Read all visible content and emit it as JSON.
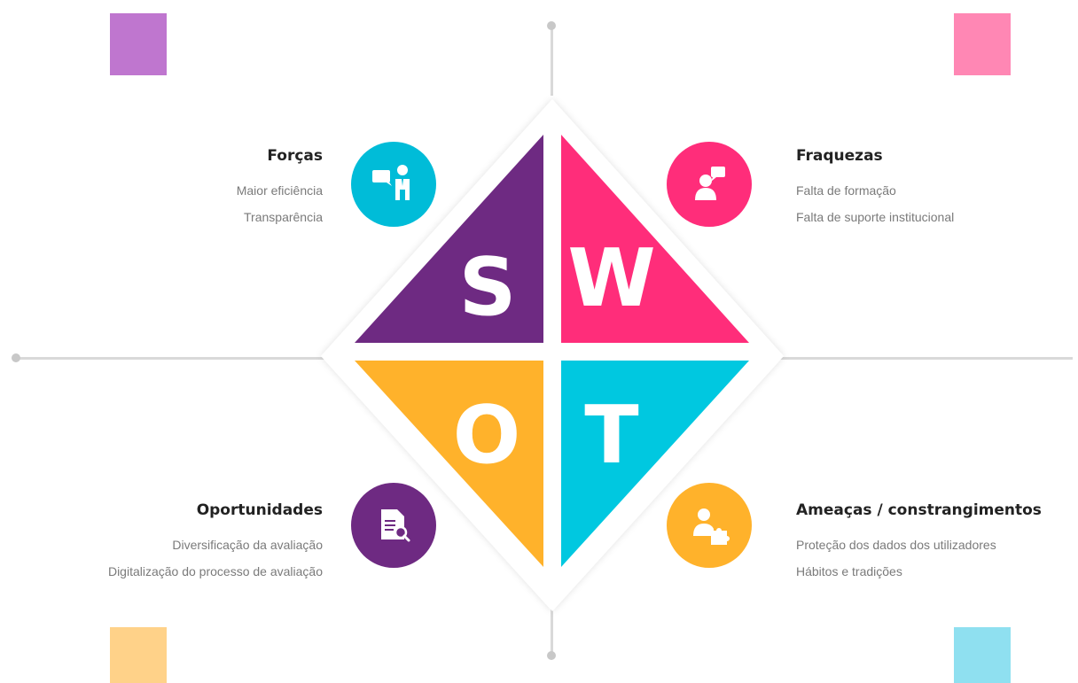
{
  "swot": {
    "letters": {
      "s": "S",
      "w": "W",
      "o": "O",
      "t": "T"
    },
    "colors": {
      "strengths": "#6e2a82",
      "weaknesses": "#ff2d7a",
      "opportunities": "#ffb22b",
      "threats": "#00c8e0",
      "strengths_circle": "#00bcd8",
      "weaknesses_circle": "#ff2d7a",
      "opportunities_circle": "#6e2a82",
      "threats_circle": "#ffb22b"
    },
    "strengths": {
      "title": "Forças",
      "items": [
        "Maior eficiência",
        "Transparência"
      ],
      "icon": "presenter-speech-icon"
    },
    "weaknesses": {
      "title": "Fraquezas",
      "items": [
        "Falta de formação",
        "Falta de suporte institucional"
      ],
      "icon": "person-speech-icon"
    },
    "opportunities": {
      "title": "Oportunidades",
      "items": [
        "Diversificação da avaliação",
        "Digitalização do processo de avaliação"
      ],
      "icon": "document-search-icon"
    },
    "threats": {
      "title": "Ameaças / constrangimentos",
      "items": [
        "Proteção dos dados dos utilizadores",
        "Hábitos e tradições"
      ],
      "icon": "person-puzzle-icon"
    }
  },
  "corner_squares": {
    "top_left": "#bf76cf",
    "top_right": "#ff87b4",
    "bottom_left": "#ffd289",
    "bottom_right": "#8fe0f0"
  }
}
